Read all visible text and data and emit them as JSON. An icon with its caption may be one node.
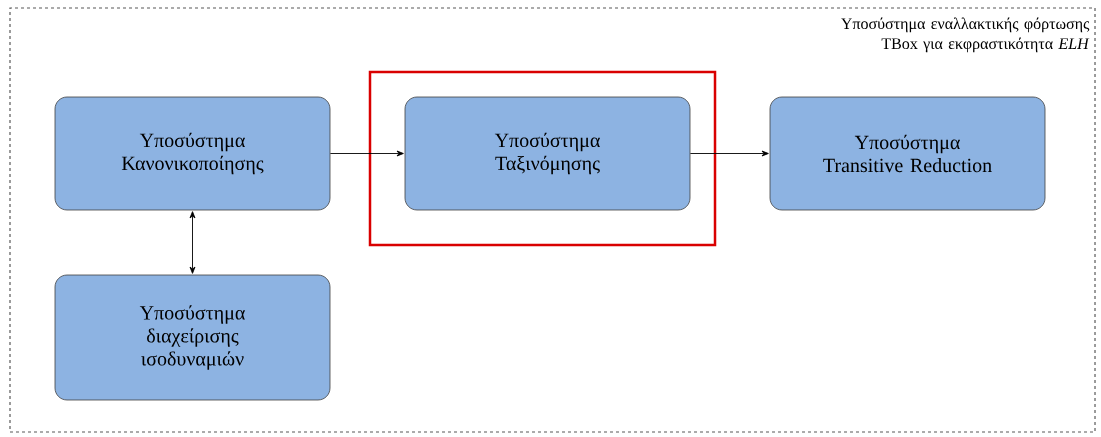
{
  "diagram": {
    "nodes": [
      {
        "text": [
          "Υποσύστημα εναλλακτικής φόρτωσης TBox για εκφραστικότητα *ELH*"
        ]
      },
      {
        "text": [
          "Υποσύστημα Κανονικοποίησης"
        ],
        "in": 0
      },
      {
        "text": [],
        "shape": "box",
        "in": 0
      },
      {
        "text": [
          "Υποσύστημα Ταξινόμησης"
        ],
        "in": 2
      },
      {
        "text": [
          "Υποσύστημα Transitive Reduction"
        ],
        "in": 0
      },
      {
        "text": [
          "Υποσύστημα διαχείρισης ισοδυναμιών"
        ],
        "in": 0
      }
    ],
    "edges": [
      {
        "from": 1,
        "to": 3,
        "arrow": "to"
      },
      {
        "from": 3,
        "to": 4,
        "arrow": "to"
      },
      {
        "from": 1,
        "to": 5,
        "arrow": "both"
      }
    ]
  }
}
